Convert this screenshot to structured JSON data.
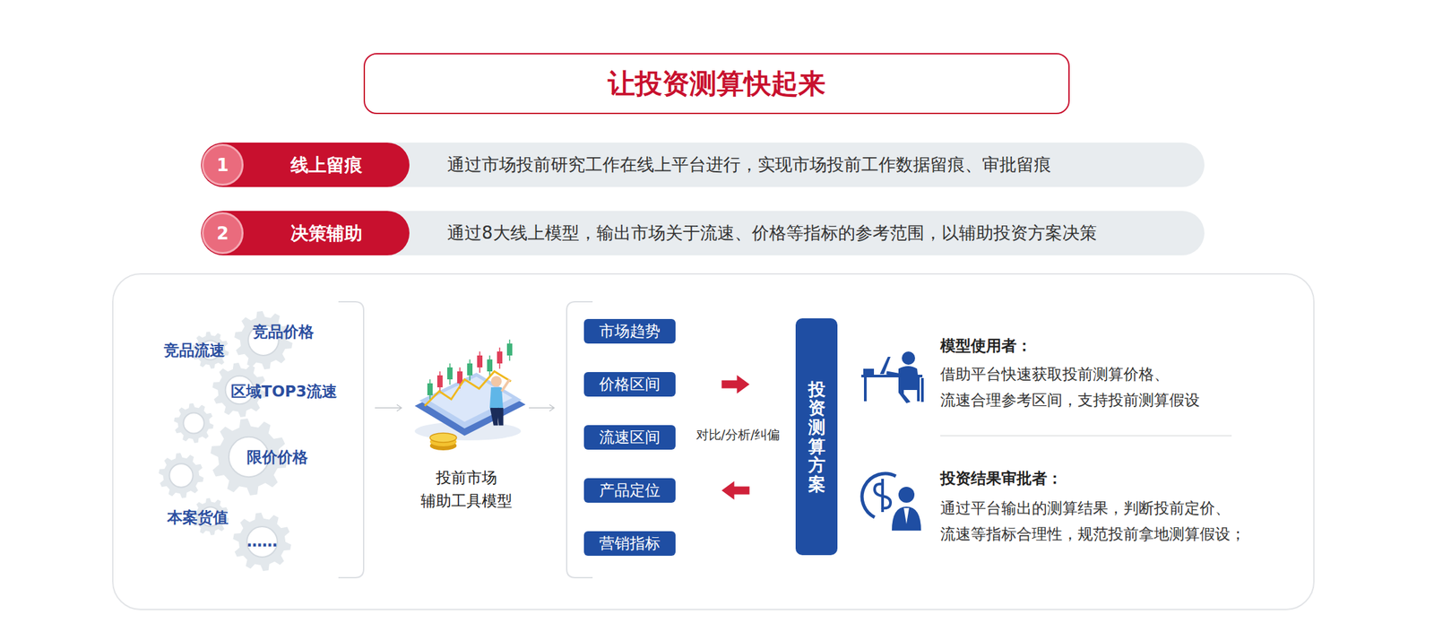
{
  "diagram": {
    "title": "让投资测算快起来",
    "nodes": [
      {
        "text": [
          "通过市场投前研究工作在线上平台进行，实现市场投前工作数据留痕、审批留痕"
        ]
      },
      {
        "text": [
          "线上留痕"
        ],
        "in": 0
      },
      {
        "text": [
          "1"
        ],
        "in": 1
      },
      {
        "text": [
          "通过8大线上模型，输出市场关于流速、价格等指标的参考范围，以辅助投资方案决策"
        ]
      },
      {
        "text": [
          "决策辅助"
        ],
        "in": 3
      },
      {
        "text": [
          "2"
        ],
        "in": 4
      },
      {
        "text": [
          "市场趋势"
        ]
      },
      {
        "text": [
          "价格区间"
        ]
      },
      {
        "text": [
          "流速区间"
        ]
      },
      {
        "text": [
          "产品定位"
        ]
      },
      {
        "text": [
          "营销指标"
        ]
      },
      {
        "text": [
          "投资测算方案"
        ]
      }
    ],
    "edges": [
      {
        "from": 7,
        "to": 11,
        "arrow": "to"
      },
      {
        "from": 11,
        "to": 9,
        "arrow": "to"
      }
    ],
    "labels": [
      "竞品价格",
      "竞品流速",
      "区域TOP3流速",
      "限价价格",
      "本案货值",
      "……",
      "投前市场 辅助工具模型",
      "对比/分析/纠偏",
      "模型使用者：",
      "借助平台快速获取投前测算价格、 流速合理参考区间，支持投前测算假设",
      "投资结果审批者：",
      "通过平台输出的测算结果，判断投前定价、 流速等指标合理性，规范投前拿地测算假设；"
    ]
  }
}
